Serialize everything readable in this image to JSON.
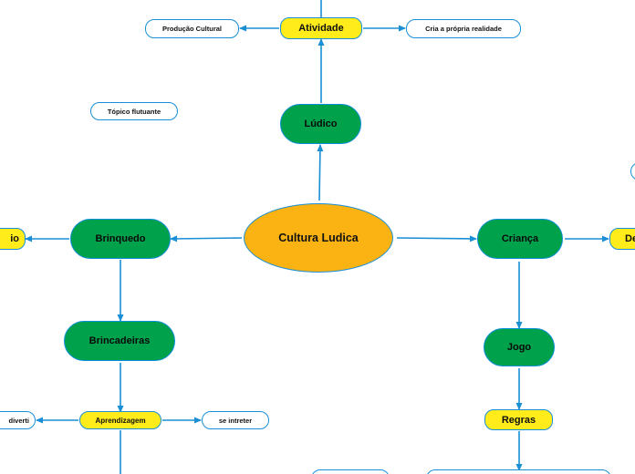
{
  "diagram": {
    "root": {
      "label": "Cultura Ludica",
      "color": "#fbb313"
    },
    "colors": {
      "main_topic": "#00a14b",
      "subtopic": "#ffec1a",
      "connector": "#1a8fd6",
      "outline": "#0b8ed8"
    },
    "nodes": {
      "ludico": "Lúdico",
      "atividade": "Atividade",
      "producao_cultural": "Produção Cultural",
      "cria_realidade": "Cria a própria realidade",
      "topico_flutuante": "Tópico flutuante",
      "brinquedo": "Brinquedo",
      "brinquedo_left_partial": "io",
      "brincadeiras": "Brincadeiras",
      "aprendizagem": "Aprendizagem",
      "diverti_partial": "diverti",
      "se_intreter": "se intreter",
      "crianca": "Criança",
      "crianca_right_partial": "De",
      "jogo": "Jogo",
      "regras": "Regras"
    }
  }
}
